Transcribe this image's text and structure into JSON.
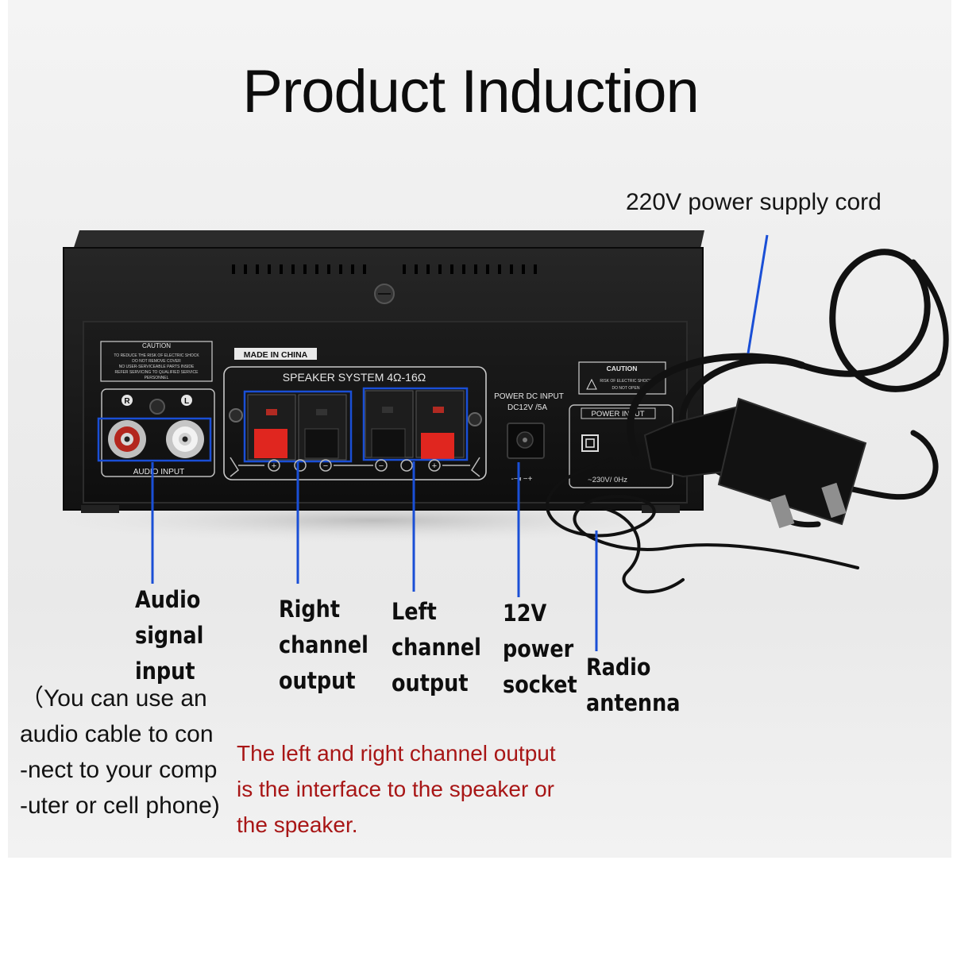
{
  "title": "Product Induction",
  "labels": {
    "power_cord": "220V power supply cord",
    "audio_input": [
      "Audio",
      "signal",
      "input"
    ],
    "right_output": [
      "Right",
      "channel",
      "output"
    ],
    "left_output": [
      "Left",
      "channel",
      "output"
    ],
    "power_socket": [
      "12V",
      "power",
      "socket"
    ],
    "radio_antenna": [
      "Radio",
      "antenna"
    ]
  },
  "audio_note": [
    "（You can use an",
    "audio cable to con",
    "-nect to your comp",
    "-uter or cell phone)"
  ],
  "speaker_note": [
    "The left and right channel output",
    "is the interface to the speaker or",
    "the speaker."
  ],
  "panel": {
    "caution_left": "CAUTION",
    "caution_left_text": [
      "TO REDUCE THE RISK OF ELECTRIC SHOCK",
      "DO NOT REMOVE COVER",
      "NO USER-SERVICEABLE PARTS INSIDE",
      "REFER SERVICING TO QUALIFIED SERVICE",
      "PERSONNEL"
    ],
    "made_in": "MADE IN CHINA",
    "speaker_system": "SPEAKER SYSTEM 4Ω-16Ω",
    "r": "R",
    "l": "L",
    "audio_input": "AUDIO INPUT",
    "power_dc": [
      "POWER DC INPUT",
      "DC12V /5A"
    ],
    "polarity": "-−◐−+",
    "caution_right": "CAUTION",
    "caution_right_text": [
      "RISK OF ELECTRIC SHOCK",
      "DO NOT OPEN"
    ],
    "power_input": "POWER INPUT",
    "voltage": "~230V/  0Hz",
    "plus": "+",
    "minus": "−"
  },
  "colors": {
    "callout_blue": "#1a4fd6",
    "note_red": "#a81616",
    "chassis": "#141414"
  }
}
